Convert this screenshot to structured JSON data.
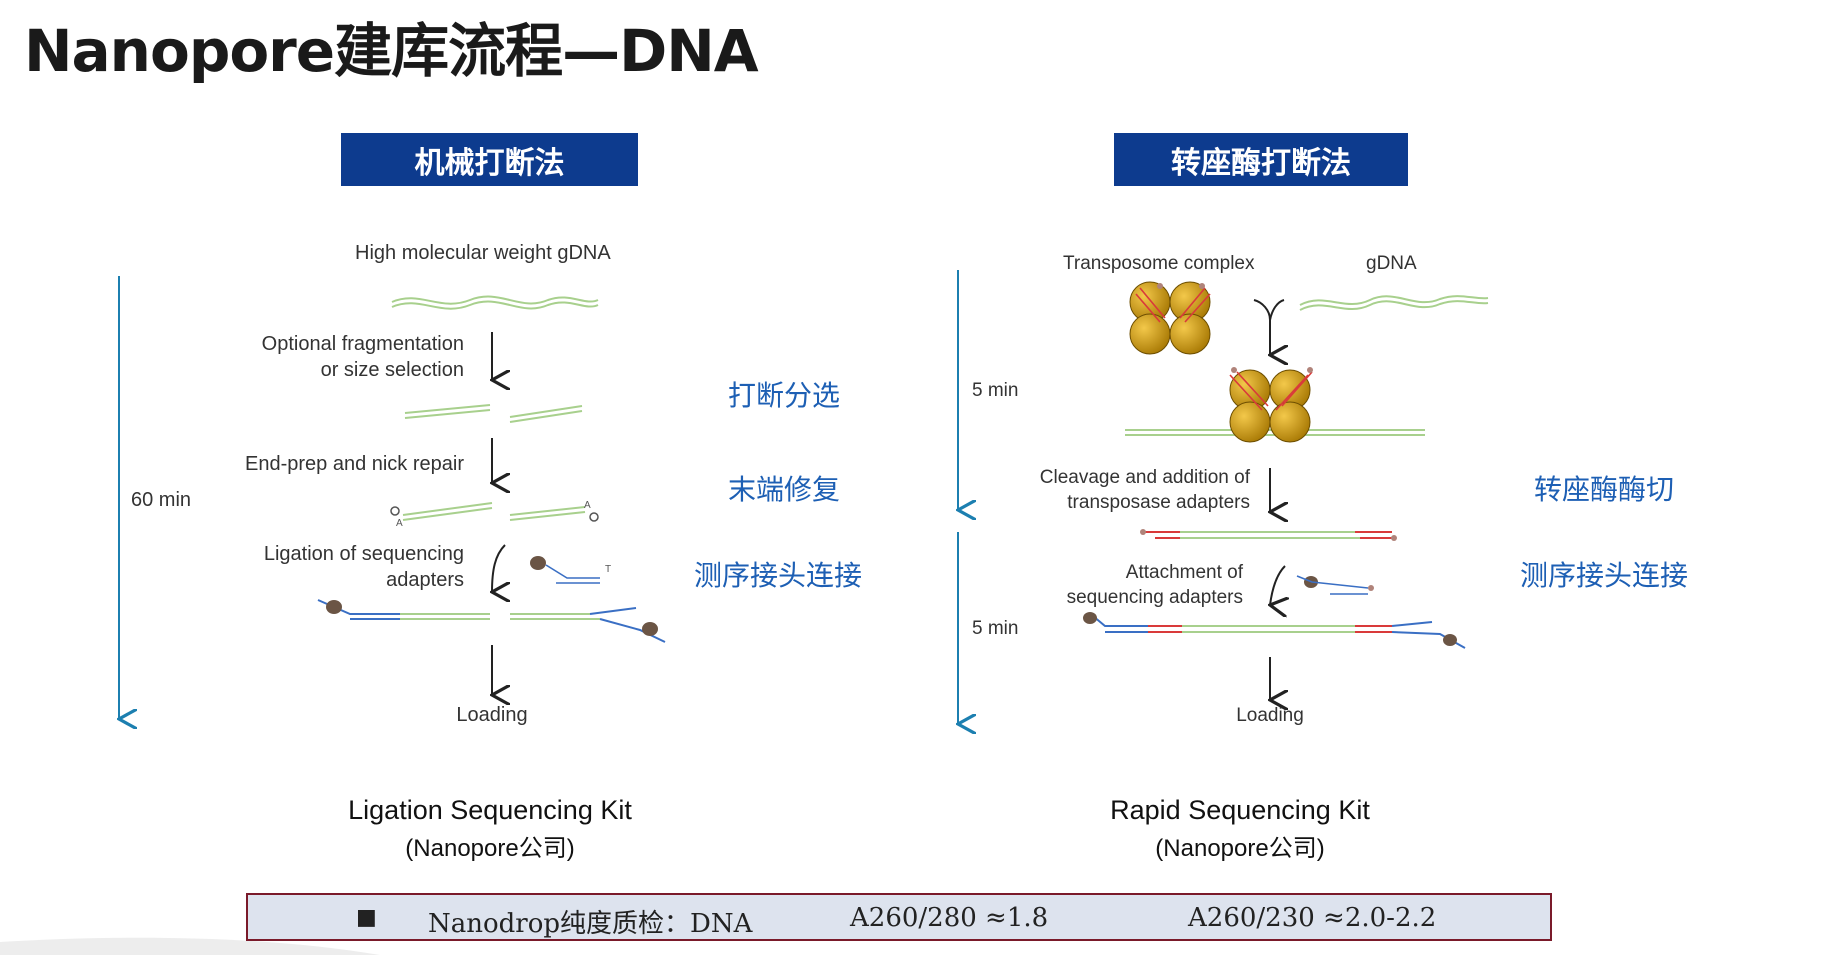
{
  "title": "Nanopore建库流程—DNA",
  "left": {
    "method": "机械打断法",
    "time": "60 min",
    "start_label": "High molecular weight gDNA",
    "step1_line1": "Optional fragmentation",
    "step1_line2": "or size selection",
    "step2": "End-prep and nick repair",
    "step3_line1": "Ligation of sequencing",
    "step3_line2": "adapters",
    "end": "Loading",
    "kit": "Ligation Sequencing Kit",
    "kit_vendor": "(Nanopore公司)",
    "notes": [
      "打断分选",
      "末端修复",
      "测序接头连接"
    ],
    "end_marks": [
      "A",
      "A",
      "T"
    ]
  },
  "right": {
    "method": "转座酶打断法",
    "time1": "5 min",
    "time2": "5 min",
    "complex_label": "Transposome complex",
    "gdna_label": "gDNA",
    "step1_line1": "Cleavage and addition of",
    "step1_line2": "transposase adapters",
    "step2_line1": "Attachment of",
    "step2_line2": "sequencing adapters",
    "end": "Loading",
    "kit": "Rapid Sequencing Kit",
    "kit_vendor": "(Nanopore公司)",
    "notes": [
      "转座酶酶切",
      "测序接头连接"
    ]
  },
  "qc": {
    "bullet": "■",
    "label": "Nanodrop纯度质检：DNA",
    "ratio1": "A260/280 ≈1.8",
    "ratio2": "A260/230 ≈2.0-2.2"
  },
  "colors": {
    "heading_bar": "#0d3b8e",
    "note_text": "#1d5fb4",
    "timeline": "#1c7fb0",
    "dna_green": "#a8d08d",
    "adapter_blue": "#3a6fc4",
    "adapter_red": "#d93a3a",
    "transposome": "#d4a017",
    "qc_border": "#7a1a2a"
  }
}
